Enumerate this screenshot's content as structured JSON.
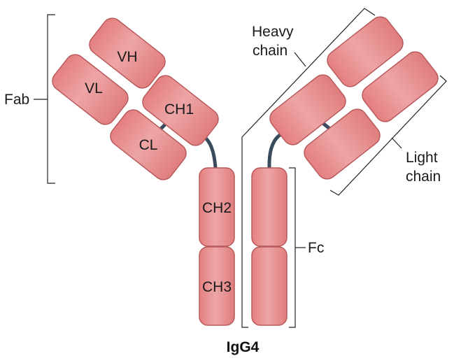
{
  "title": "IgG4",
  "labels": {
    "fab": "Fab",
    "fc": "Fc",
    "heavy_chain_line1": "Heavy",
    "heavy_chain_line2": "chain",
    "light_chain_line1": "Light",
    "light_chain_line2": "chain"
  },
  "domains": {
    "vh": "VH",
    "vl": "VL",
    "ch1": "CH1",
    "cl": "CL",
    "ch2": "CH2",
    "ch3": "CH3"
  },
  "colors": {
    "domain_fill": "#e07f80",
    "domain_highlight": "#eba2a2",
    "domain_stroke": "#b85a5c",
    "hinge": "#3b4b5e",
    "bracket": "#222222"
  }
}
